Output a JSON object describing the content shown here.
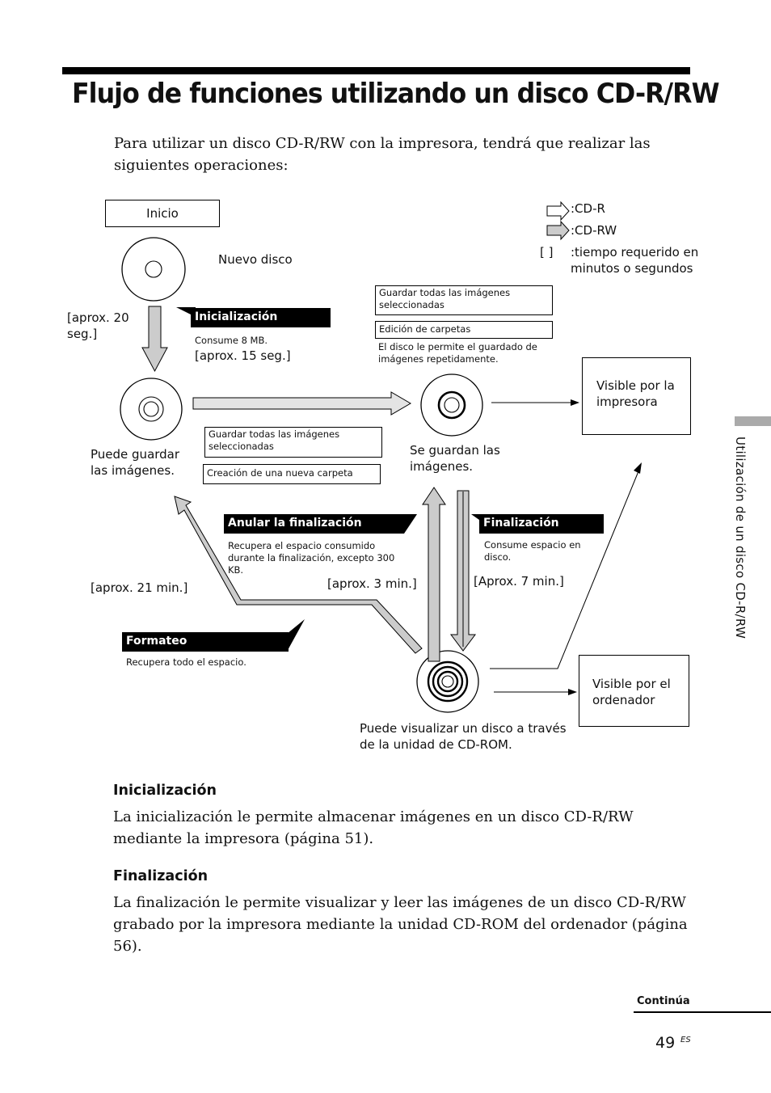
{
  "page": {
    "title": "Flujo de funciones utilizando un disco CD-R/RW",
    "intro": "Para utilizar un disco CD-R/RW con la impresora, tendrá que realizar las siguientes operaciones:",
    "side_label": "Utilización de un disco CD-R/RW",
    "continues": "Continúa",
    "page_number": "49",
    "page_lang": "ES"
  },
  "diagram": {
    "start_label": "Inicio",
    "new_disc": "Nuevo disco",
    "legend": {
      "cdr": ":CD-R",
      "cdrw": ":CD-RW",
      "brackets_symbol": "[ ]",
      "brackets_desc": ":tiempo requerido en minutos o segundos"
    },
    "time_20s": "[aprox. 20 seg.]",
    "init_tag": "Inicialización",
    "init_consume": "Consume 8 MB.",
    "init_time": "[aprox. 15 seg.]",
    "top_box_save": "Guardar todas las imágenes seleccionadas",
    "top_box_edit": "Edición de carpetas",
    "repeat_note": "El disco le permite el guardado de imágenes repetidamente.",
    "visible_printer": "Visible por la impresora",
    "can_save": "Puede guardar las imágenes.",
    "mid_box_save": "Guardar todas las imágenes seleccionadas",
    "mid_box_new": "Creación de una nueva carpeta",
    "saved": "Se guardan las imágenes.",
    "unfinalize_tag": "Anular la finalización",
    "unfinalize_desc": "Recupera el espacio consumido durante la finalización, excepto 300 KB.",
    "time_3m": "[aprox. 3 min.]",
    "finalize_tag": "Finalización",
    "finalize_desc": "Consume espacio en disco.",
    "time_7m": "[Aprox. 7 min.]",
    "time_21m": "[aprox. 21 min.]",
    "format_tag": "Formateo",
    "format_desc": "Recupera todo el espacio.",
    "visible_pc": "Visible por el ordenador",
    "view_cdrom": "Puede visualizar un disco a través de la unidad de CD-ROM."
  },
  "sections": [
    {
      "heading": "Inicialización",
      "text": "La inicialización le permite almacenar imágenes en un disco CD-R/RW mediante la impresora (página 51)."
    },
    {
      "heading": "Finalización",
      "text": "La finalización le permite visualizar y leer las imágenes de un disco CD-R/RW grabado por la impresora mediante la unidad CD-ROM del ordenador (página 56)."
    }
  ]
}
